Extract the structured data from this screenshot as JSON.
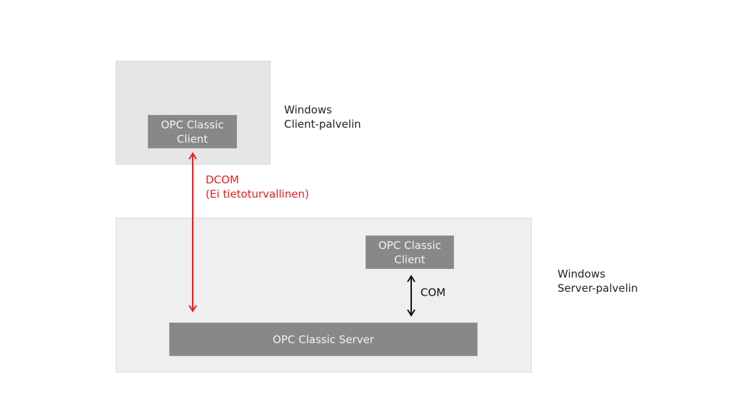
{
  "zones": {
    "client_host": {
      "label": "Windows\nClient-palvelin"
    },
    "server_host": {
      "label": "Windows\nServer-palvelin"
    }
  },
  "boxes": {
    "remote_client": "OPC Classic\nClient",
    "local_client": "OPC Classic\nClient",
    "server": "OPC Classic Server"
  },
  "connections": {
    "dcom": {
      "label": "DCOM\n(Ei tietoturvallinen)",
      "color": "#ee1c1c"
    },
    "com": {
      "label": "COM",
      "color": "#111111"
    }
  }
}
